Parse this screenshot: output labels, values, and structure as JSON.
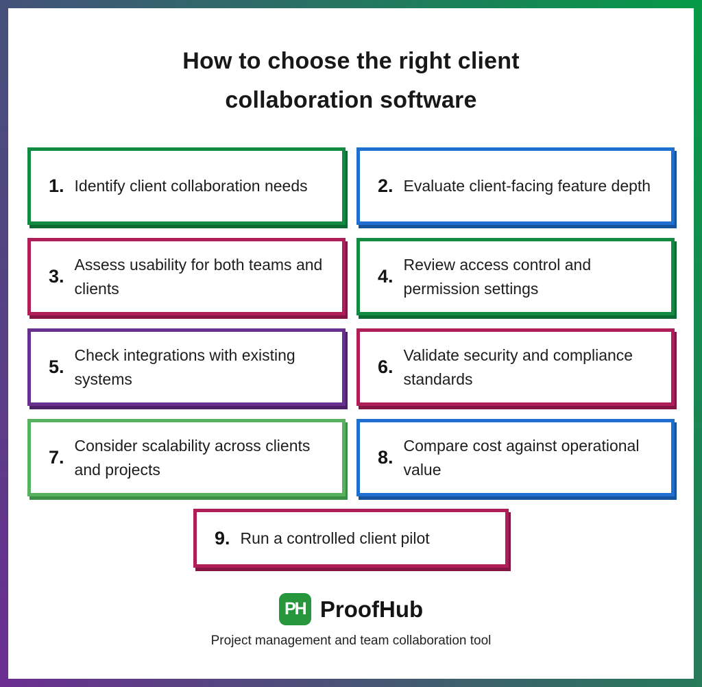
{
  "header": {
    "title_line1": "How to choose the right client",
    "title_line2": "collaboration software"
  },
  "steps": [
    {
      "number": "1.",
      "text": "Identify client collaboration needs",
      "color": "green"
    },
    {
      "number": "2.",
      "text": "Evaluate client-facing feature depth",
      "color": "blue"
    },
    {
      "number": "3.",
      "text": "Assess usability for both teams and clients",
      "color": "crimson"
    },
    {
      "number": "4.",
      "text": "Review access control and permission settings",
      "color": "green"
    },
    {
      "number": "5.",
      "text": "Check integrations with existing systems",
      "color": "purple"
    },
    {
      "number": "6.",
      "text": "Validate security and compliance standards",
      "color": "crimson"
    },
    {
      "number": "7.",
      "text": "Consider scalability across clients and projects",
      "color": "lightgreen"
    },
    {
      "number": "8.",
      "text": "Compare cost against operational value",
      "color": "blue"
    },
    {
      "number": "9.",
      "text": "Run a controlled client pilot",
      "color": "crimson"
    }
  ],
  "footer": {
    "logo_monogram": "PH",
    "brand_name": "ProofHub",
    "tagline": "Project management and team collaboration tool"
  },
  "colors": {
    "frame_top_left": "#44517a",
    "frame_top_right": "#059a47",
    "frame_bottom_left": "#6b2e91",
    "frame_bottom_right": "#26795a",
    "logo_green": "#27963c",
    "text": "#1d1d1d",
    "palette": {
      "green": {
        "border": "#128a42",
        "shadow": "#0a6a31"
      },
      "blue": {
        "border": "#1f6fd0",
        "shadow": "#15539e"
      },
      "crimson": {
        "border": "#b01e5a",
        "shadow": "#851545"
      },
      "purple": {
        "border": "#67308f",
        "shadow": "#4b2168"
      },
      "lightgreen": {
        "border": "#57b15f",
        "shadow": "#3c8f47"
      }
    }
  }
}
